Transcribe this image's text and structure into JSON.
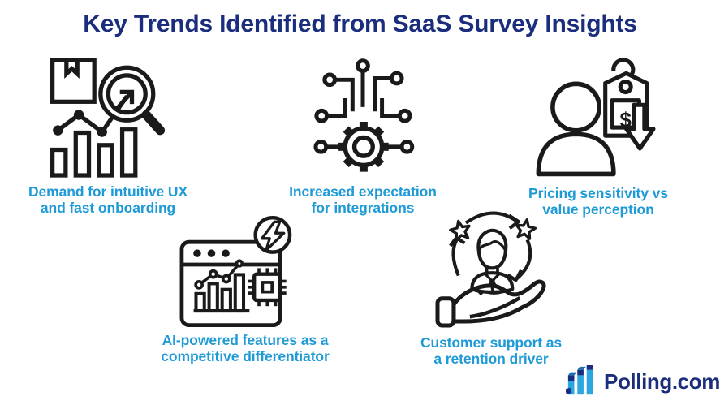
{
  "title": "Key Trends Identified from SaaS Survey Insights",
  "trends": [
    {
      "name": "intuitive-ux-onboarding",
      "line1": "Demand for intuitive UX",
      "line2": "and fast onboarding"
    },
    {
      "name": "integration-expectation",
      "line1": "Increased expectation",
      "line2": "for integrations"
    },
    {
      "name": "pricing-sensitivity",
      "line1": "Pricing sensitivity vs",
      "line2": "value perception"
    },
    {
      "name": "ai-powered-features",
      "line1": "AI-powered features as a",
      "line2": "competitive differentiator"
    },
    {
      "name": "customer-support",
      "line1": "Customer support as",
      "line2": "a retention driver"
    }
  ],
  "icons": {
    "dollar_glyph": "$"
  },
  "brand": {
    "name": "Polling.com"
  },
  "colors": {
    "title_color": "#1b2d7d",
    "caption_color": "#1e9ad6",
    "icon_stroke": "#1a1a1a",
    "logo_navy": "#1b2d7d",
    "logo_blue": "#2aa7e0",
    "logo_mid": "#1a6fb5"
  }
}
